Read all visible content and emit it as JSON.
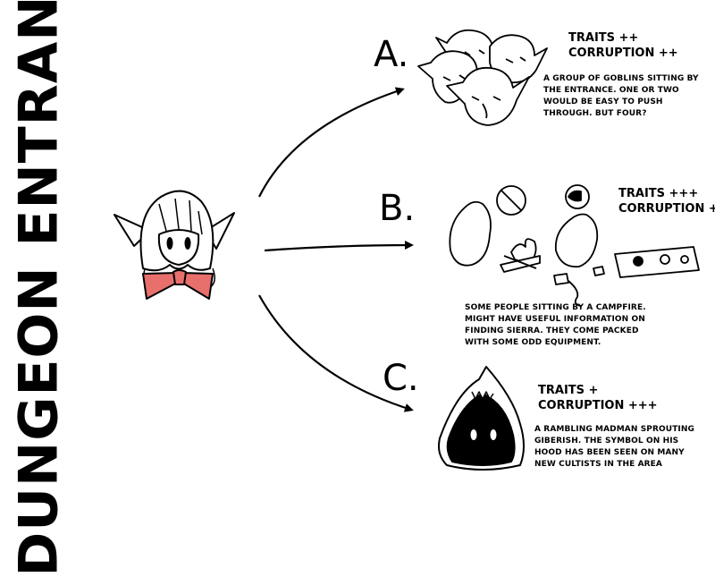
{
  "title": "DUNGEON ENTRANCE",
  "options": [
    {
      "letter": "A.",
      "traits": "TRAITS ++",
      "corruption": "CORRUPTION ++",
      "description": "A GROUP OF GOBLINS SITTING BY THE ENTRANCE. ONE OR TWO WOULD BE EASY TO PUSH THROUGH. BUT FOUR?",
      "icon": "goblins-group-icon"
    },
    {
      "letter": "B.",
      "traits": "TRAITS +++",
      "corruption": "CORRUPTION +",
      "description": "SOME PEOPLE SITTING BY A CAMPFIRE. MIGHT HAVE USEFUL INFORMATION ON FINDING SIERRA. THEY COME PACKED WITH SOME ODD EQUIPMENT.",
      "icon": "campfire-people-icon"
    },
    {
      "letter": "C.",
      "traits": "TRAITS +",
      "corruption": "CORRUPTION +++",
      "description": "A RAMBLING MADMAN SPROUTING GIBERISH. THE SYMBOL ON HIS HOOD HAS BEEN SEEN ON MANY NEW CULTISTS IN THE AREA",
      "icon": "hooded-madman-icon"
    }
  ],
  "colors": {
    "ink": "#000000",
    "scarf": "#e8706c",
    "background": "#ffffff"
  }
}
